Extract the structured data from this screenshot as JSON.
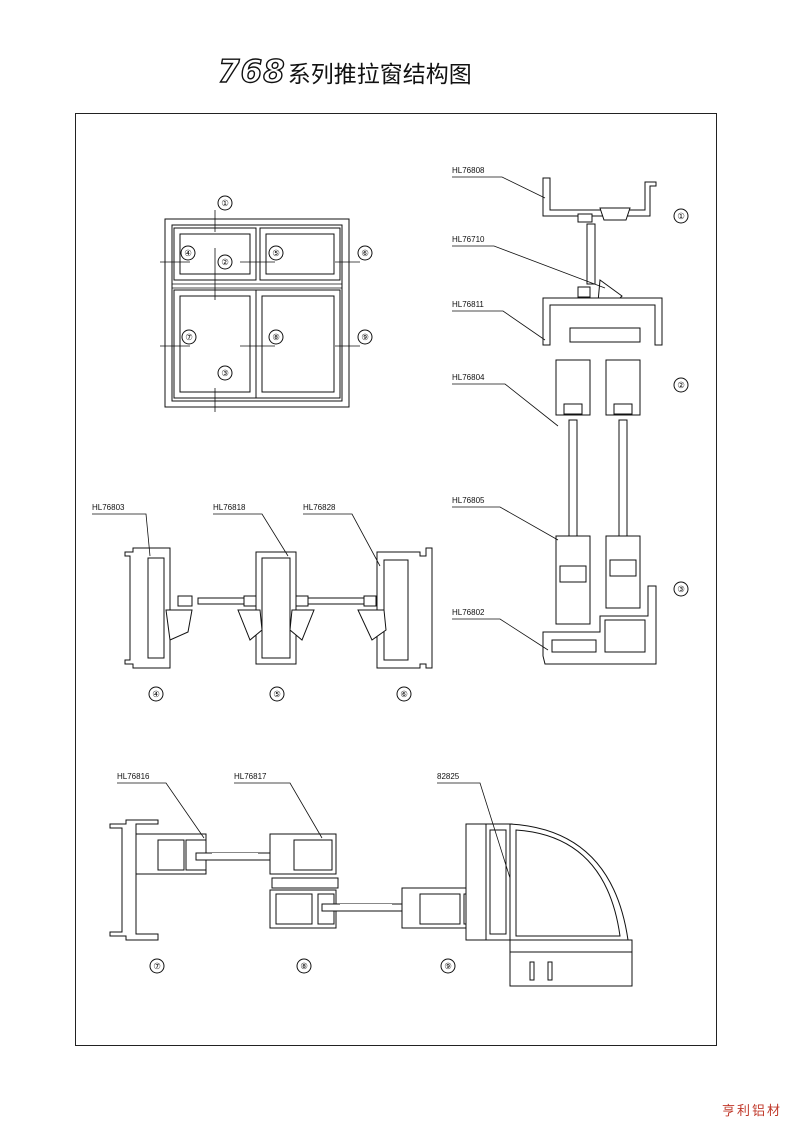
{
  "title": {
    "series": "768",
    "rest": "系列推拉窗结构图"
  },
  "callouts": {
    "c1": "①",
    "c2": "②",
    "c3": "③",
    "c4": "④",
    "c5": "⑤",
    "c6": "⑥",
    "c7": "⑦",
    "c8": "⑧",
    "c9": "⑨"
  },
  "parts": {
    "p76808": "HL76808",
    "p76710": "HL76710",
    "p76811": "HL76811",
    "p76804": "HL76804",
    "p76805": "HL76805",
    "p76802": "HL76802",
    "p76803": "HL76803",
    "p76818": "HL76818",
    "p76828": "HL76828",
    "p76816": "HL76816",
    "p76817": "HL76817",
    "p82825": "82825"
  },
  "watermark": "亨利铝材"
}
